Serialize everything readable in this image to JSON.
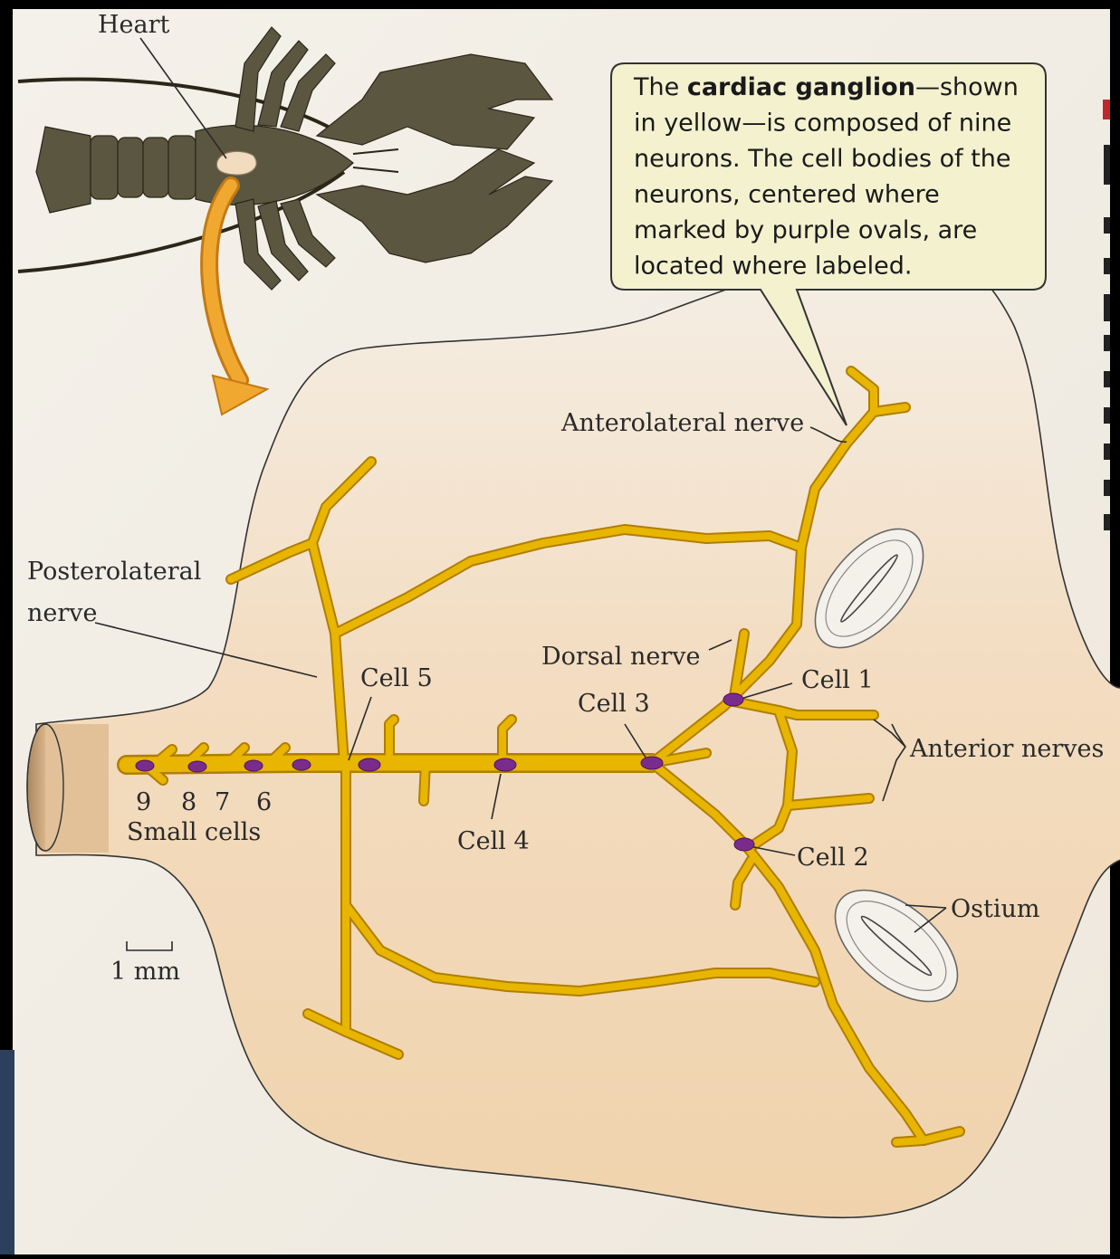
{
  "heart_label": "Heart",
  "callout": {
    "lines": [
      {
        "pre": "The ",
        "bold": "cardiac ganglion",
        "post": "—shown"
      },
      {
        "pre": "in yellow—is composed of nine",
        "bold": "",
        "post": ""
      },
      {
        "pre": "neurons. The cell bodies of the",
        "bold": "",
        "post": ""
      },
      {
        "pre": "neurons, centered where",
        "bold": "",
        "post": ""
      },
      {
        "pre": "marked by purple ovals, are",
        "bold": "",
        "post": ""
      },
      {
        "pre": "located where labeled.",
        "bold": "",
        "post": ""
      }
    ]
  },
  "labels": {
    "anterolateral": "Anterolateral nerve",
    "posterolateral_1": "Posterolateral",
    "posterolateral_2": "nerve",
    "dorsal": "Dorsal nerve",
    "cell1": "Cell 1",
    "cell2": "Cell 2",
    "cell3": "Cell 3",
    "cell4": "Cell 4",
    "cell5": "Cell 5",
    "anterior": "Anterior nerves",
    "ostium": "Ostium",
    "small_nums": [
      "9",
      "8",
      "7",
      "6"
    ],
    "small_cells": "Small cells",
    "scale": "1 mm"
  },
  "colors": {
    "heart_fill": "#f3dfc0",
    "ganglion": "#e8b500",
    "cell_body": "#7a2c8c",
    "callout_bg": "#f4f1cf",
    "page_bg": "#f2eee6",
    "lobster": "#5b5640"
  }
}
